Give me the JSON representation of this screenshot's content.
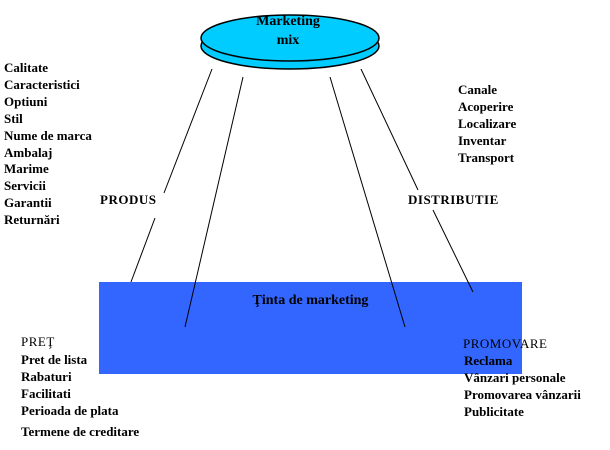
{
  "colors": {
    "ellipse_fill": "#00ccff",
    "target_fill": "#3366ff",
    "outline": "#000000"
  },
  "marketing_mix": {
    "line1": "Marketing",
    "line2": "mix"
  },
  "target": {
    "label": "Ţinta de  marketing"
  },
  "produs": {
    "heading": "PRODUS",
    "items": [
      "Calitate",
      "Caracteristici",
      "Optiuni",
      "Stil",
      "Nume de marca",
      "Ambalaj",
      "Marime",
      "Servicii",
      "Garantii",
      "Returnări"
    ]
  },
  "distributie": {
    "heading": "DISTRIBUTIE",
    "items": [
      "Canale",
      "Acoperire",
      "Localizare",
      "Inventar",
      "Transport"
    ]
  },
  "pret": {
    "heading": "PREŢ",
    "items": [
      "Pret de lista",
      "Rabaturi",
      "Facilitati",
      "Perioada de plata",
      "Termene de creditare"
    ]
  },
  "promovare": {
    "heading": "PROMOVARE",
    "items": [
      "Reclama",
      "Vânzari personale",
      "Promovarea vânzarii",
      "Publicitate"
    ]
  }
}
